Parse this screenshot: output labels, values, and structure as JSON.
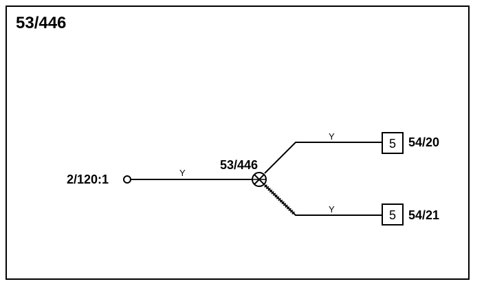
{
  "diagram": {
    "title": "53/446",
    "source_connector": {
      "label": "2/120:1"
    },
    "splice": {
      "label": "53/446"
    },
    "wires": {
      "main": {
        "color_code": "Y"
      },
      "upper_branch": {
        "color_code": "Y"
      },
      "lower_branch": {
        "color_code": "Y"
      }
    },
    "targets": [
      {
        "pin": "5",
        "label": "54/20"
      },
      {
        "pin": "5",
        "label": "54/21"
      }
    ]
  }
}
